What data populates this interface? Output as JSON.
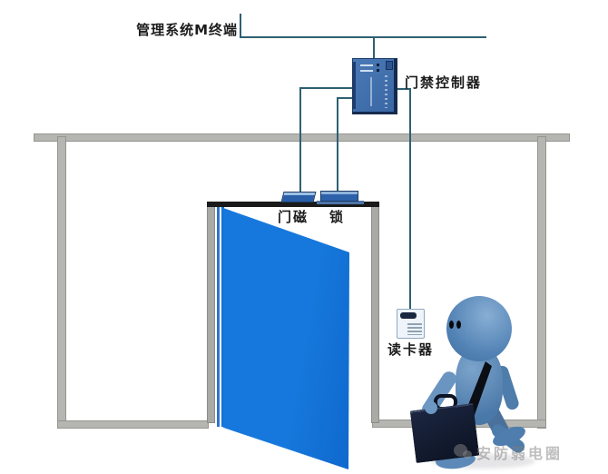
{
  "diagram": {
    "labels": {
      "management_terminal": "管理系统M终端",
      "access_controller": "门禁控制器",
      "door_magnet": "门磁",
      "lock": "锁",
      "card_reader": "读卡器"
    },
    "watermark": {
      "icon": "wechat-icon",
      "text": "安防弱电圈"
    },
    "colors": {
      "wire": "#2e6073",
      "door_blue": "#1173d8",
      "controller_blue": "#3d6fab",
      "controller_border": "#14294e",
      "wall_gray": "#b5b5b2",
      "door_frame_black": "#1a1a1a",
      "figure_blue": "#5d8abc",
      "briefcase_navy": "#131b2e",
      "watermark_gray": "#828282"
    }
  }
}
